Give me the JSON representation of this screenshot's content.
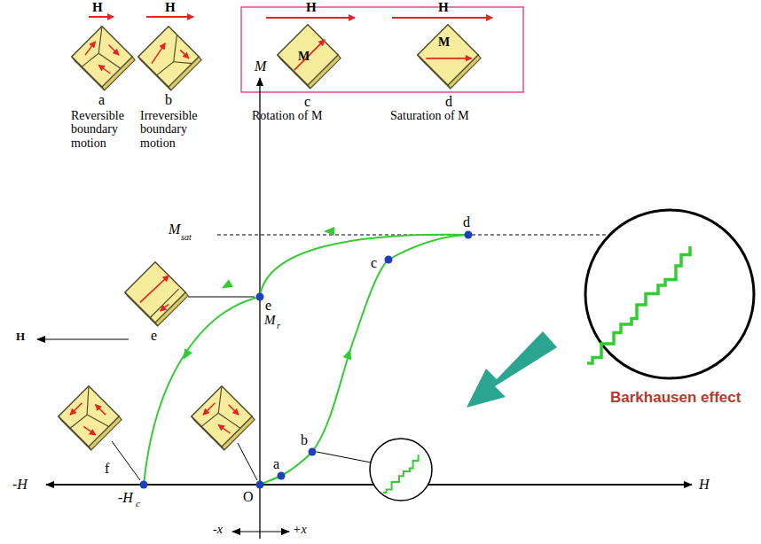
{
  "diagram": {
    "labels": [
      "H",
      "H",
      "H",
      "H",
      "a",
      "b",
      "c",
      "d",
      "Reversible boundary motion",
      "Irreversible boundary motion",
      "Rotation of M",
      "Saturation of M",
      "M",
      "M",
      "M",
      "M",
      "sat",
      "d",
      "c",
      "e",
      "M",
      "r",
      "e",
      "H",
      "f",
      "-H",
      "-H",
      "c",
      "O",
      "a",
      "b",
      "H",
      "-x",
      "+x",
      "Barkhausen effect"
    ]
  }
}
